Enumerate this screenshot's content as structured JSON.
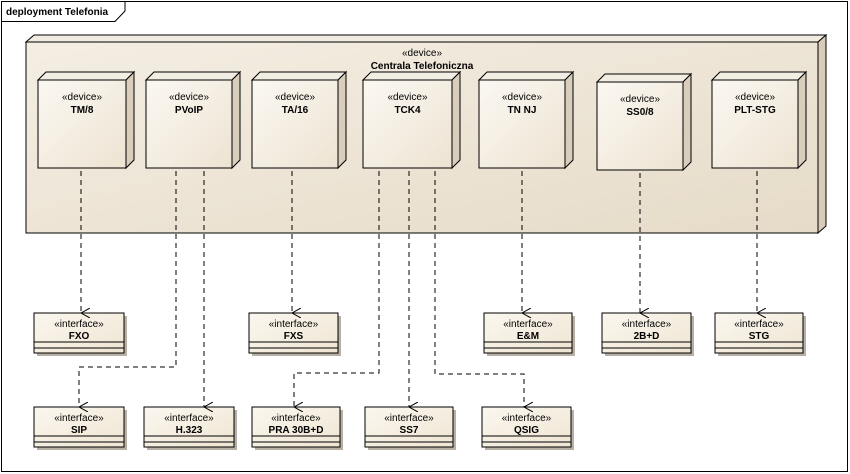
{
  "frame": {
    "title": "deployment Telefonia"
  },
  "container": {
    "stereotype": "«device»",
    "name": "Centrala Telefoniczna"
  },
  "devices": [
    {
      "id": "tm8",
      "stereotype": "«device»",
      "name": "TM/8"
    },
    {
      "id": "pvoip",
      "stereotype": "«device»",
      "name": "PVoIP"
    },
    {
      "id": "ta16",
      "stereotype": "«device»",
      "name": "TA/16"
    },
    {
      "id": "tck4",
      "stereotype": "«device»",
      "name": "TCK4"
    },
    {
      "id": "tnnj",
      "stereotype": "«device»",
      "name": "TN NJ"
    },
    {
      "id": "ss08",
      "stereotype": "«device»",
      "name": "SS0/8"
    },
    {
      "id": "pltstg",
      "stereotype": "«device»",
      "name": "PLT-STG"
    }
  ],
  "interfaces": [
    {
      "id": "fxo",
      "stereotype": "«interface»",
      "name": "FXO"
    },
    {
      "id": "fxs",
      "stereotype": "«interface»",
      "name": "FXS"
    },
    {
      "id": "em",
      "stereotype": "«interface»",
      "name": "E&M"
    },
    {
      "id": "2bd",
      "stereotype": "«interface»",
      "name": "2B+D"
    },
    {
      "id": "stg",
      "stereotype": "«interface»",
      "name": "STG"
    },
    {
      "id": "sip",
      "stereotype": "«interface»",
      "name": "SIP"
    },
    {
      "id": "h323",
      "stereotype": "«interface»",
      "name": "H.323"
    },
    {
      "id": "pra",
      "stereotype": "«interface»",
      "name": "PRA 30B+D"
    },
    {
      "id": "ss7",
      "stereotype": "«interface»",
      "name": "SS7"
    },
    {
      "id": "qsig",
      "stereotype": "«interface»",
      "name": "QSIG"
    }
  ],
  "dependencies": [
    {
      "from": "tm8",
      "to": "fxo"
    },
    {
      "from": "pvoip",
      "to": "sip"
    },
    {
      "from": "pvoip",
      "to": "h323"
    },
    {
      "from": "ta16",
      "to": "fxs"
    },
    {
      "from": "tck4",
      "to": "pra"
    },
    {
      "from": "tck4",
      "to": "ss7"
    },
    {
      "from": "tck4",
      "to": "qsig"
    },
    {
      "from": "tnnj",
      "to": "em"
    },
    {
      "from": "ss08",
      "to": "2bd"
    },
    {
      "from": "pltstg",
      "to": "stg"
    }
  ],
  "colors": {
    "container_fill": "#ede4d6",
    "node_fill": "#f8f3e9",
    "node_side": "#d9cebc",
    "interface_fill": "#f6efe2",
    "stroke": "#000000"
  }
}
